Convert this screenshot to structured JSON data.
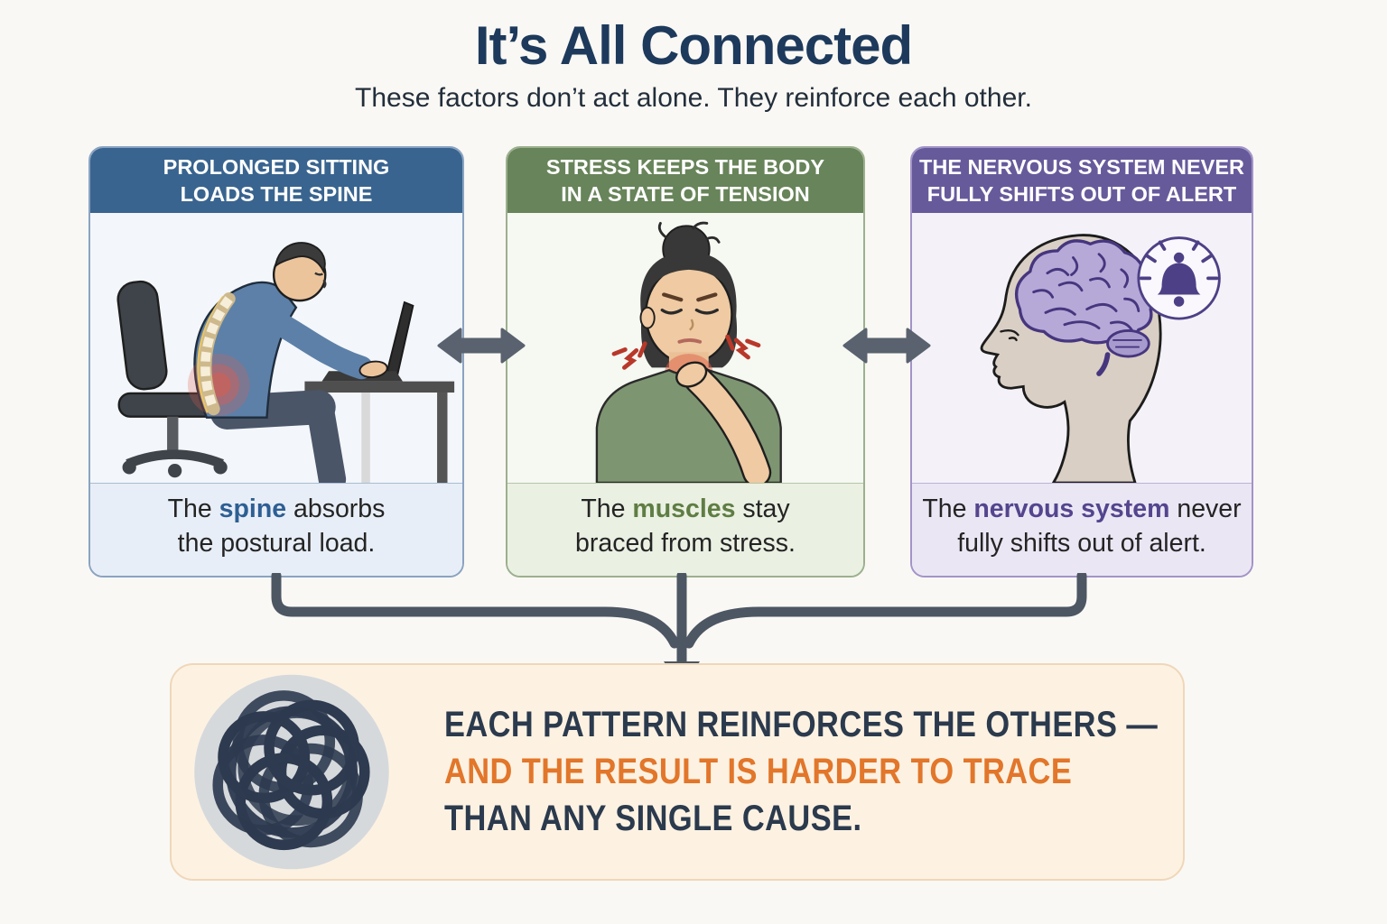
{
  "header": {
    "title": "It’s All Connected",
    "subtitle": "These factors don’t act alone. They reinforce each other."
  },
  "cards": [
    {
      "title": "PROLONGED SITTING\nLOADS THE SPINE",
      "caption_prefix": "The ",
      "caption_keyword": "spine",
      "caption_suffix": " absorbs\nthe postural load.",
      "accent_color": "#39648f",
      "keyword_color": "#2d5f94",
      "illustration": "man-sitting-hunched-at-laptop-with-highlighted-spine"
    },
    {
      "title": "STRESS KEEPS THE BODY\nIN A STATE OF TENSION",
      "caption_prefix": "The ",
      "caption_keyword": "muscles",
      "caption_suffix": " stay\nbraced from stress.",
      "accent_color": "#68845a",
      "keyword_color": "#5f7d43",
      "illustration": "stressed-woman-gripping-painful-neck"
    },
    {
      "title": "THE NERVOUS SYSTEM NEVER\nFULLY SHIFTS OUT OF ALERT",
      "caption_prefix": "The ",
      "caption_keyword": "nervous system",
      "caption_suffix": " never\nfully shifts out of alert.",
      "accent_color": "#675a9b",
      "keyword_color": "#54458e",
      "illustration": "head-profile-with-brain-and-alert-bell"
    }
  ],
  "connections": {
    "between_cards": "double-headed arrows",
    "to_conclusion": "three branches converging into downward arrow",
    "arrow_color": "#4d5663"
  },
  "conclusion": {
    "line1": "EACH PATTERN REINFORCES THE OTHERS —",
    "line2": "AND THE RESULT IS HARDER TO TRACE",
    "line3": "THAN ANY SINGLE CAUSE.",
    "text_color": "#2b3a4d",
    "highlight_color": "#e2762a",
    "box_color": "#fdf2e2",
    "illustration": "tangled-knot"
  }
}
